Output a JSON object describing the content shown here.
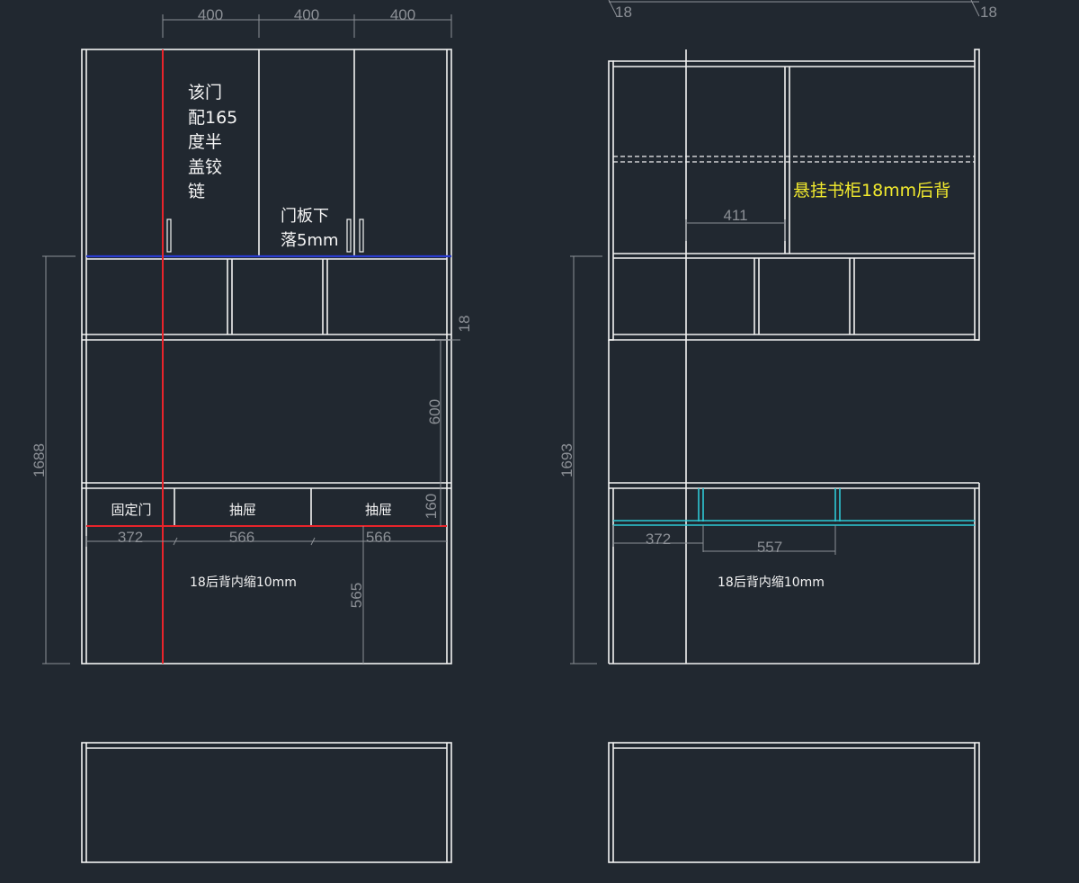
{
  "colors": {
    "background": "#212830",
    "line": "#f2f2f2",
    "dimension": "#8c9096",
    "red": "#e8242b",
    "blue": "#2a3ccf",
    "cyan": "#2ec9d6",
    "yellow_text": "#f2ea2e"
  },
  "left_view": {
    "note_hinge": [
      "该门",
      "配165",
      "度半",
      "盖铰",
      "链"
    ],
    "note_door_drop": [
      "门板下",
      "落5mm"
    ],
    "drawer_labels": [
      "固定门",
      "抽屉",
      "抽屉"
    ],
    "note_back": "18后背内缩10mm",
    "dimensions": {
      "top_widths": [
        "400",
        "400",
        "400"
      ],
      "total_height": "1688",
      "panel": "18",
      "opening": "600",
      "drawer_height": "160",
      "lower_height": "565",
      "drawer_widths": [
        "372",
        "566",
        "566"
      ]
    }
  },
  "right_view": {
    "note_back": "悬挂书柜18mm后背",
    "note_back_lower": "18后背内缩10mm",
    "dimensions": {
      "top_panels": [
        "18",
        "18"
      ],
      "shelf_width": "411",
      "total_height": "1693",
      "lower_widths": [
        "372",
        "557"
      ]
    }
  }
}
